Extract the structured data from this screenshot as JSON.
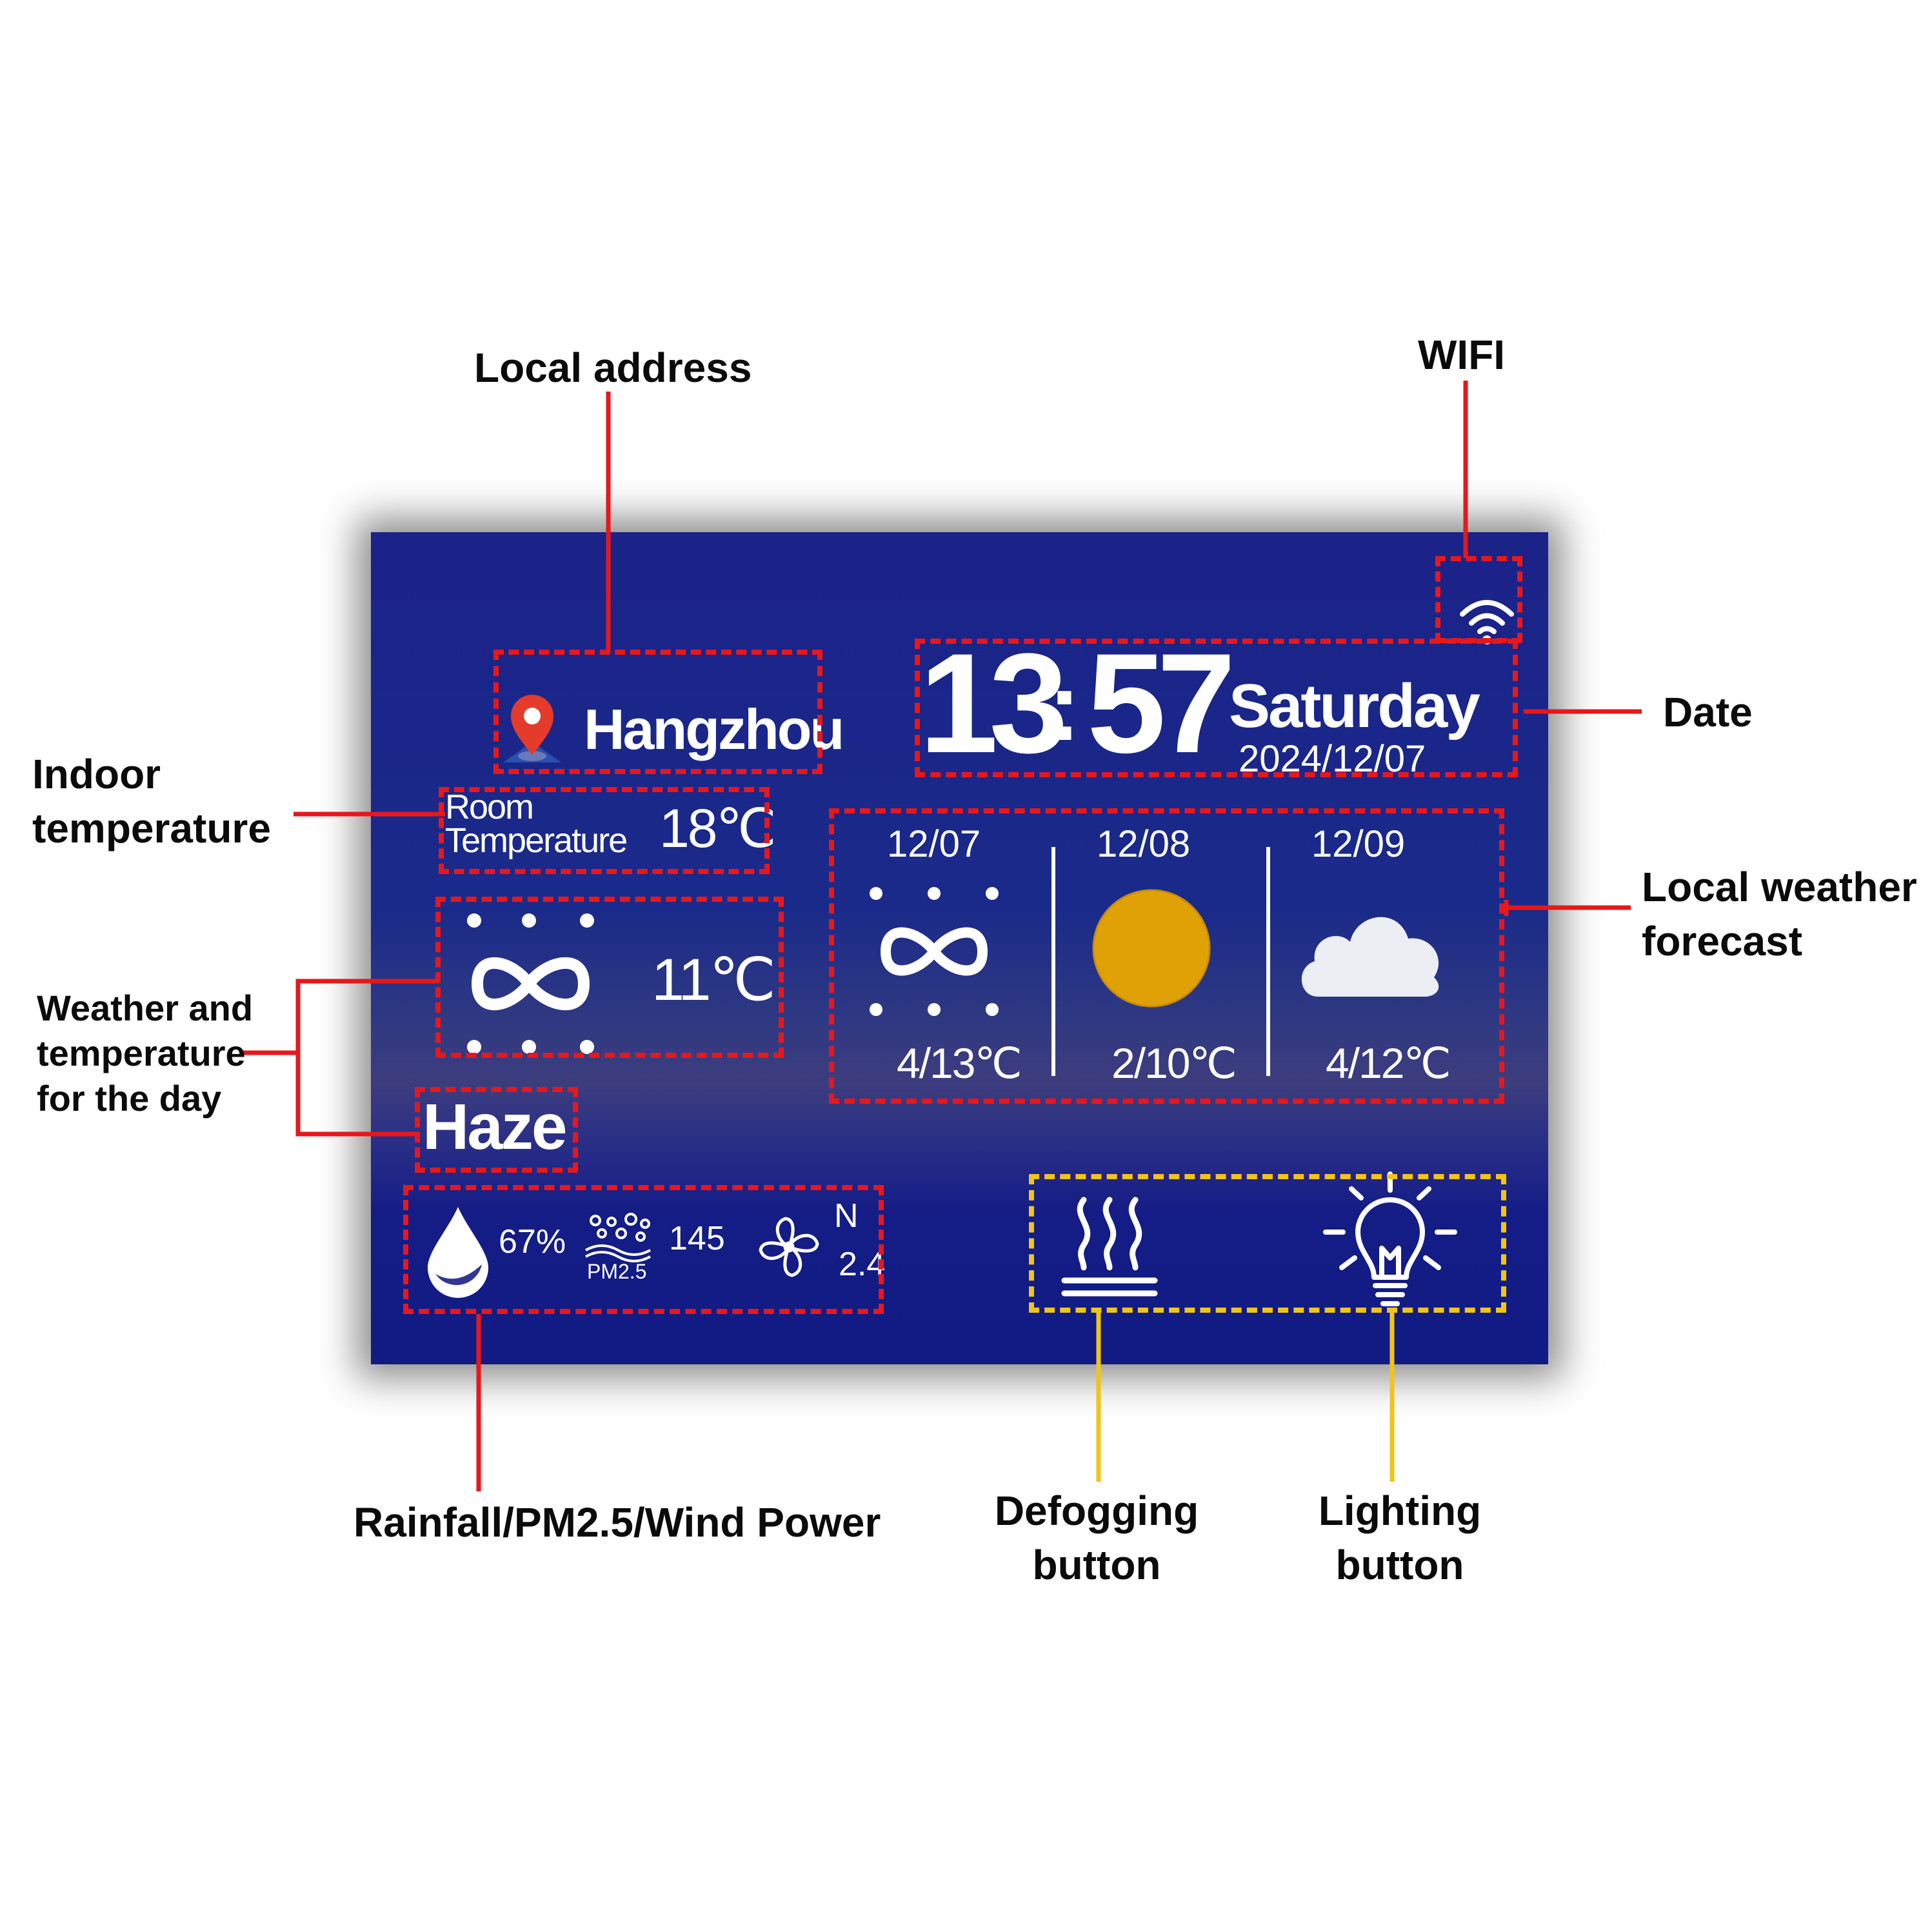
{
  "callouts": {
    "local_address": "Local address",
    "wifi": "WIFI",
    "indoor_temperature": [
      "Indoor",
      "temperature"
    ],
    "date": "Date",
    "local_weather_forecast": [
      "Local weather",
      "forecast"
    ],
    "weather_and_temperature": [
      "Weather and",
      "temperature",
      "for the day"
    ],
    "rainfall_pm_wind": "Rainfall/PM2.5/Wind Power",
    "defogging_button": [
      "Defogging",
      "button"
    ],
    "lighting_button": [
      "Lighting",
      "button"
    ]
  },
  "screen": {
    "location": "Hangzhou",
    "clock": {
      "hours": "13",
      "separator": ":",
      "minutes": "57"
    },
    "weekday": "Saturday",
    "date": "2024/12/07",
    "room": {
      "label_line1": "Room",
      "label_line2": "Temperature",
      "value": "18℃"
    },
    "today": {
      "icon": "haze-icon",
      "temperature": "11℃",
      "condition": "Haze"
    },
    "forecast": [
      {
        "date": "12/07",
        "icon": "haze-icon",
        "range": "4/13℃"
      },
      {
        "date": "12/08",
        "icon": "sun-icon",
        "range": "2/10℃"
      },
      {
        "date": "12/09",
        "icon": "cloud-icon",
        "range": "4/12℃"
      }
    ],
    "environment": {
      "humidity": "67%",
      "pm25_label": "PM2.5",
      "pm25_value": "145",
      "wind_direction": "N",
      "wind_speed": "2.4"
    }
  },
  "colors": {
    "screen_blue": "#1b2288",
    "annotation_red": "#e8171b",
    "annotation_yellow": "#f0c419",
    "sun": "#e0a106",
    "location_pin": "#e53b2b"
  }
}
